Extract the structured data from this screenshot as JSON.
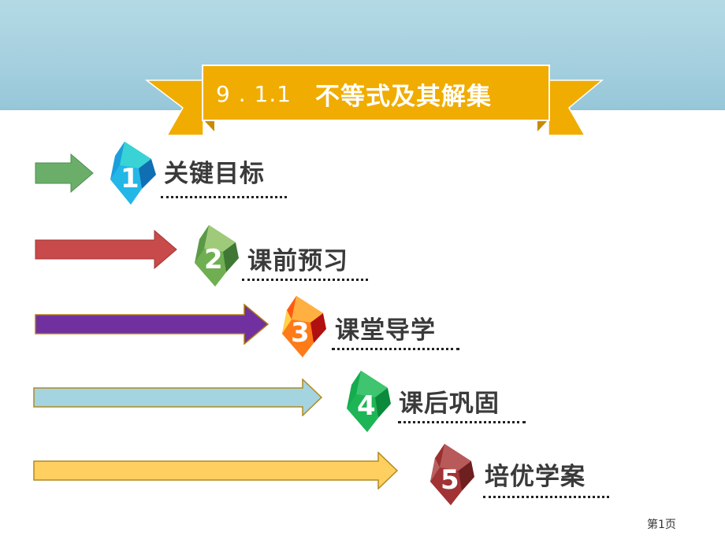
{
  "header": {
    "title_number": "9 . 1.1",
    "title_text": "不等式及其解集",
    "band_color": "#a6d0df",
    "ribbon_color": "#f0ac00"
  },
  "sections": [
    {
      "index": "1",
      "label": "关键目标",
      "arrow_color": "#6aae6a",
      "gem_color": "#1fa2dc",
      "gem_icon": "blue-cube-number-icon"
    },
    {
      "index": "2",
      "label": "课前预习",
      "arrow_color": "#c84a4a",
      "gem_color": "#5c9a45",
      "gem_icon": "green-cube-number-icon"
    },
    {
      "index": "3",
      "label": "课堂导学",
      "arrow_color": "#7030a0",
      "gem_color": "#f05a10",
      "gem_icon": "orange-cube-number-icon"
    },
    {
      "index": "4",
      "label": "课后巩固",
      "arrow_color": "#a3d4e0",
      "gem_color": "#16ad50",
      "gem_icon": "emerald-cube-number-icon"
    },
    {
      "index": "5",
      "label": "培优学案",
      "arrow_color": "#ffd060",
      "gem_color": "#9b2f30",
      "gem_icon": "maroon-cube-number-icon"
    }
  ],
  "footer": {
    "page_number": "第1页"
  }
}
